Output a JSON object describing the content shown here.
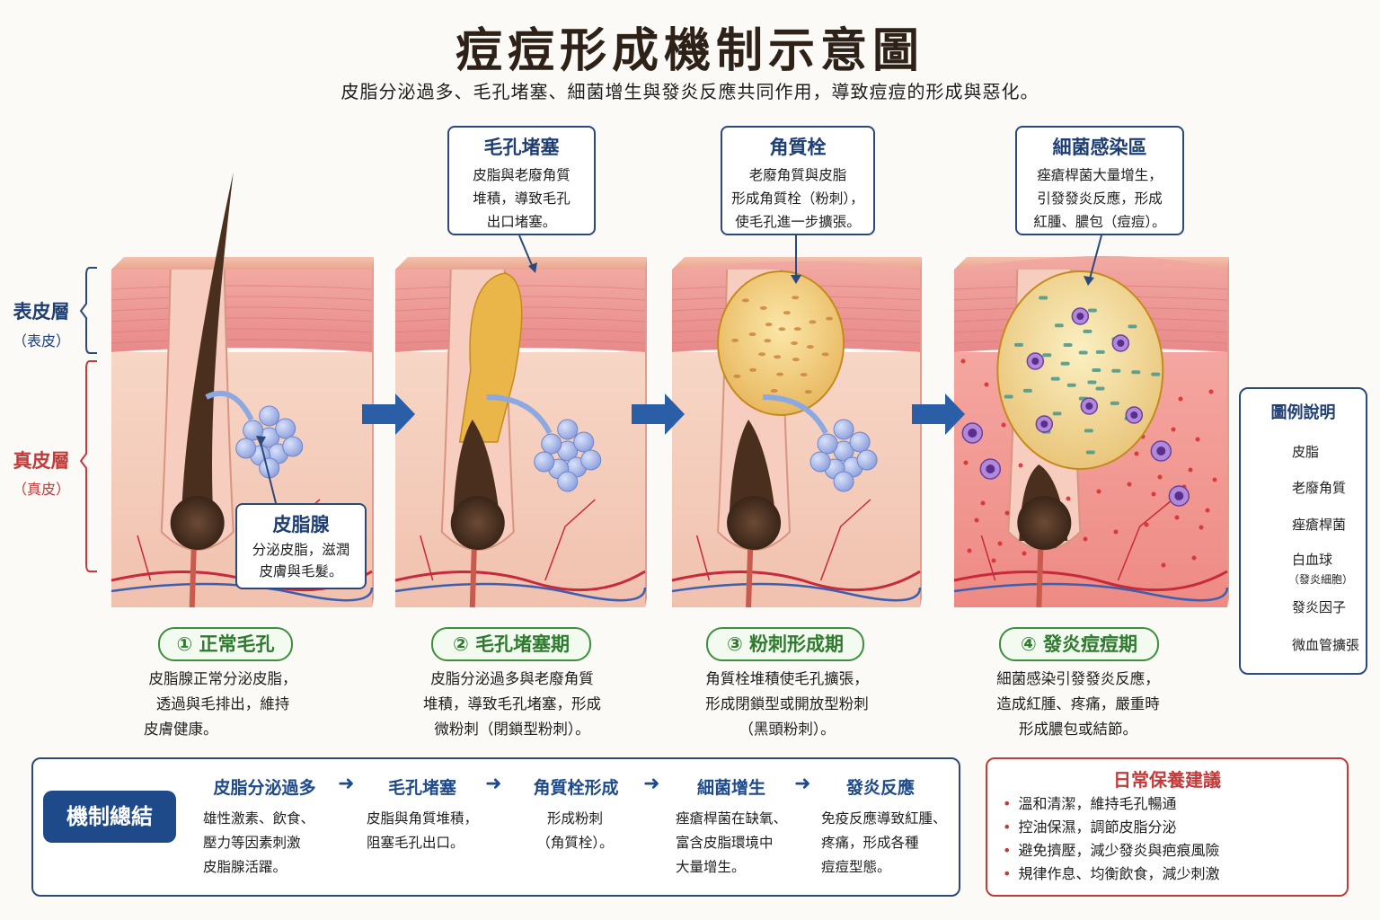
{
  "title": "痘痘形成機制示意圖",
  "subtitle": "皮脂分泌過多、毛孔堵塞、細菌增生與發炎反應共同作用，導致痘痘的形成與惡化。",
  "layers": {
    "epidermis": {
      "label": "表皮層",
      "sub": "（表皮）"
    },
    "dermis": {
      "label": "真皮層",
      "sub": "（真皮）"
    }
  },
  "callouts": {
    "sebaceous": {
      "title": "皮脂腺",
      "lines": [
        "分泌皮脂，滋潤",
        "皮膚與毛髮。"
      ]
    },
    "clog": {
      "title": "毛孔堵塞",
      "lines": [
        "皮脂與老廢角質",
        "堆積，導致毛孔",
        "出口堵塞。"
      ]
    },
    "plug": {
      "title": "角質栓",
      "lines": [
        "老廢角質與皮脂",
        "形成角質栓（粉刺），",
        "使毛孔進一步擴張。"
      ]
    },
    "infection": {
      "title": "細菌感染區",
      "lines": [
        "痤瘡桿菌大量增生，",
        "引發發炎反應，形成",
        "紅腫、膿包（痘痘）。"
      ]
    }
  },
  "stages": [
    {
      "tag": "① 正常毛孔",
      "lines": [
        "皮脂腺正常分泌皮脂，",
        "透過與毛排出，維持",
        "皮膚健康。"
      ]
    },
    {
      "tag": "② 毛孔堵塞期",
      "lines": [
        "皮脂分泌過多與老廢角質",
        "堆積，導致毛孔堵塞，形成",
        "微粉刺（閉鎖型粉刺）。"
      ]
    },
    {
      "tag": "③ 粉刺形成期",
      "lines": [
        "角質栓堆積使毛孔擴張，",
        "形成閉鎖型或開放型粉刺",
        "（黑頭粉刺）。"
      ]
    },
    {
      "tag": "④ 發炎痘痘期",
      "lines": [
        "細菌感染引發發炎反應，",
        "造成紅腫、疼痛，嚴重時",
        "形成膿包或結節。"
      ]
    }
  ],
  "legend": {
    "title": "圖例說明",
    "items": [
      {
        "label": "皮脂",
        "sub": "",
        "icon": "sebum-drop-icon",
        "color": "#f2b322"
      },
      {
        "label": "老廢角質",
        "sub": "",
        "icon": "keratin-flake-icon",
        "color": "#f0b49a"
      },
      {
        "label": "痤瘡桿菌",
        "sub": "",
        "icon": "bacteria-icon",
        "color": "#4f9a8c"
      },
      {
        "label": "白血球",
        "sub": "（發炎細胞）",
        "icon": "white-blood-cell-icon",
        "color": "#7a4bb0"
      },
      {
        "label": "發炎因子",
        "sub": "",
        "icon": "inflammatory-factor-icon",
        "color": "#d42a2a"
      },
      {
        "label": "微血管擴張",
        "sub": "",
        "icon": "capillary-icon",
        "color": "#c72a3a"
      }
    ]
  },
  "summary": {
    "badge": "機制總結",
    "steps": [
      {
        "head": "皮脂分泌過多",
        "lines": [
          "雄性激素、飲食、",
          "壓力等因素刺激",
          "皮脂腺活躍。"
        ]
      },
      {
        "head": "毛孔堵塞",
        "lines": [
          "皮脂與角質堆積，",
          "阻塞毛孔出口。"
        ]
      },
      {
        "head": "角質栓形成",
        "lines": [
          "形成粉刺",
          "（角質栓）。"
        ]
      },
      {
        "head": "細菌增生",
        "lines": [
          "痤瘡桿菌在缺氧、",
          "富含皮脂環境中",
          "大量增生。"
        ]
      },
      {
        "head": "發炎反應",
        "lines": [
          "免疫反應導致紅腫、",
          "疼痛，形成各種",
          "痘痘型態。"
        ]
      }
    ]
  },
  "care": {
    "title": "日常保養建議",
    "items": [
      "溫和清潔，維持毛孔暢通",
      "控油保濕，調節皮脂分泌",
      "避免擠壓，減少發炎與疤痕風險",
      "規律作息、均衡飲食，減少刺激"
    ]
  },
  "colors": {
    "epidermis_label": "#1f3f74",
    "dermis_label": "#c23b3b",
    "accent_blue": "#1f4a8a",
    "stage_green": "#3d8f3d",
    "care_red": "#c23b3b"
  }
}
